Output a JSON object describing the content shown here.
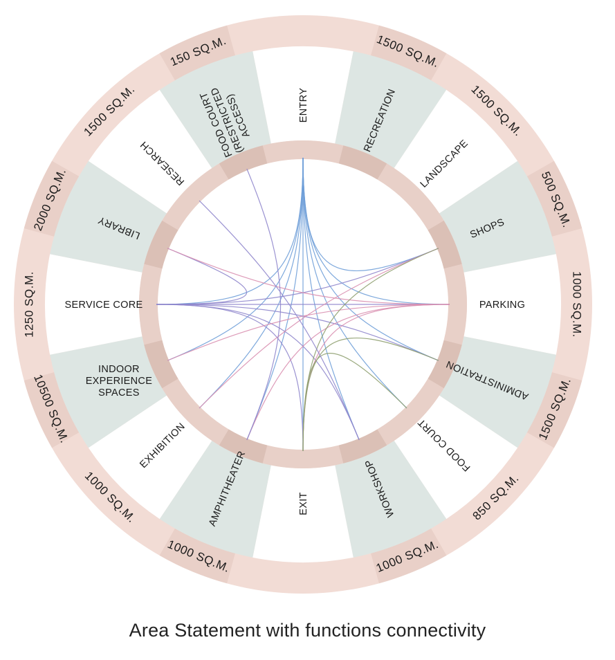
{
  "caption": "Area Statement with functions connectivity",
  "colors": {
    "outer_band": "#f2dcd5",
    "outer_band_dark": "#ddc2b9",
    "inner_ring": "#e8d0c8",
    "inner_ring_dark": "#cfb3a8",
    "shaded_sector": "#dde6e3",
    "plain_sector": "#ffffff",
    "connector_blue": "#6f9fd8",
    "connector_purple": "#8f86cc",
    "connector_pink": "#d98fb0",
    "connector_green": "#8fa070"
  },
  "sectors": [
    {
      "id": "entry",
      "function": "ENTRY",
      "area": "",
      "shaded": false
    },
    {
      "id": "recreation",
      "function": "RECREATION",
      "area": "1500 SQ.M.",
      "shaded": true
    },
    {
      "id": "landscape",
      "function": "LANDSCAPE",
      "area": "1500 SQ.M.",
      "shaded": false
    },
    {
      "id": "shops",
      "function": "SHOPS",
      "area": "500 SQ.M.",
      "shaded": true
    },
    {
      "id": "parking",
      "function": "PARKING",
      "area": "1000 SQ.M.",
      "shaded": false
    },
    {
      "id": "administration",
      "function": "ADMINISTRATION",
      "area": "1500 SQ.M.",
      "shaded": true
    },
    {
      "id": "food-court",
      "function": "FOOD COURT",
      "area": "850 SQ.M.",
      "shaded": false
    },
    {
      "id": "workshop",
      "function": "WORKSHOP",
      "area": "1000 SQ.M.",
      "shaded": true
    },
    {
      "id": "exit",
      "function": "EXIT",
      "area": "",
      "shaded": false
    },
    {
      "id": "amphitheater",
      "function": "AMPHITHEATER",
      "area": "1000 SQ.M.",
      "shaded": true
    },
    {
      "id": "exhibition",
      "function": "EXHIBITION",
      "area": "1000 SQ.M.",
      "shaded": false
    },
    {
      "id": "indoor-experience",
      "function": "INDOOR EXPERIENCE SPACES",
      "area": "10500 SQ.M.",
      "shaded": true
    },
    {
      "id": "service-core",
      "function": "SERVICE CORE",
      "area": "1250 SQ.M.",
      "shaded": false
    },
    {
      "id": "library",
      "function": "LIBRARY",
      "area": "2000 SQ.M.",
      "shaded": true
    },
    {
      "id": "research",
      "function": "RESEARCH",
      "area": "1500 SQ.M.",
      "shaded": false
    },
    {
      "id": "food-court-restricted",
      "function": "FOOD COURT (RESTRICTED ACCESS)",
      "area": "150 SQ.M.",
      "shaded": true
    }
  ],
  "connections": [
    {
      "from": "entry",
      "to": "service-core",
      "color": "blue"
    },
    {
      "from": "entry",
      "to": "shops",
      "color": "blue"
    },
    {
      "from": "entry",
      "to": "parking",
      "color": "blue"
    },
    {
      "from": "entry",
      "to": "exit",
      "color": "blue"
    },
    {
      "from": "entry",
      "to": "workshop",
      "color": "blue"
    },
    {
      "from": "entry",
      "to": "exhibition",
      "color": "blue"
    },
    {
      "from": "entry",
      "to": "amphitheater",
      "color": "blue"
    },
    {
      "from": "entry",
      "to": "administration",
      "color": "blue"
    },
    {
      "from": "entry",
      "to": "food-court",
      "color": "blue"
    },
    {
      "from": "entry",
      "to": "indoor-experience",
      "color": "blue"
    },
    {
      "from": "service-core",
      "to": "parking",
      "color": "purple"
    },
    {
      "from": "service-core",
      "to": "shops",
      "color": "purple"
    },
    {
      "from": "service-core",
      "to": "exit",
      "color": "purple"
    },
    {
      "from": "service-core",
      "to": "library",
      "color": "purple"
    },
    {
      "from": "service-core",
      "to": "administration",
      "color": "purple"
    },
    {
      "from": "service-core",
      "to": "workshop",
      "color": "purple"
    },
    {
      "from": "parking",
      "to": "library",
      "color": "pink"
    },
    {
      "from": "parking",
      "to": "exit",
      "color": "pink"
    },
    {
      "from": "parking",
      "to": "indoor-experience",
      "color": "pink"
    },
    {
      "from": "parking",
      "to": "amphitheater",
      "color": "pink"
    },
    {
      "from": "shops",
      "to": "exhibition",
      "color": "pink"
    },
    {
      "from": "shops",
      "to": "exit",
      "color": "green"
    },
    {
      "from": "exit",
      "to": "administration",
      "color": "green"
    },
    {
      "from": "exit",
      "to": "food-court",
      "color": "green"
    },
    {
      "from": "research",
      "to": "workshop",
      "color": "purple"
    },
    {
      "from": "food-court-restricted",
      "to": "amphitheater",
      "color": "purple"
    }
  ]
}
